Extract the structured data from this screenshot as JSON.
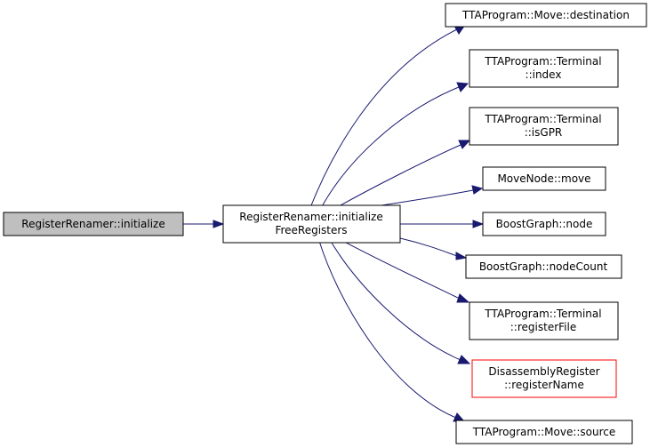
{
  "colors": {
    "edge": "#191970",
    "node_border": "#000000",
    "node_fill": "#ffffff",
    "current_node_fill": "#bfbfbf",
    "undocumented_border": "#ff0000"
  },
  "caller": {
    "label": "RegisterRenamer::initialize"
  },
  "function": {
    "line1": "RegisterRenamer::initialize",
    "line2": "FreeRegisters"
  },
  "callees": [
    {
      "line1": "TTAProgram::Move::destination",
      "line2": ""
    },
    {
      "line1": "TTAProgram::Terminal",
      "line2": "::index"
    },
    {
      "line1": "TTAProgram::Terminal",
      "line2": "::isGPR"
    },
    {
      "line1": "MoveNode::move",
      "line2": ""
    },
    {
      "line1": "BoostGraph::node",
      "line2": ""
    },
    {
      "line1": "BoostGraph::nodeCount",
      "line2": ""
    },
    {
      "line1": "TTAProgram::Terminal",
      "line2": "::registerFile"
    },
    {
      "line1": "DisassemblyRegister",
      "line2": "::registerName"
    },
    {
      "line1": "TTAProgram::Move::source",
      "line2": ""
    }
  ]
}
